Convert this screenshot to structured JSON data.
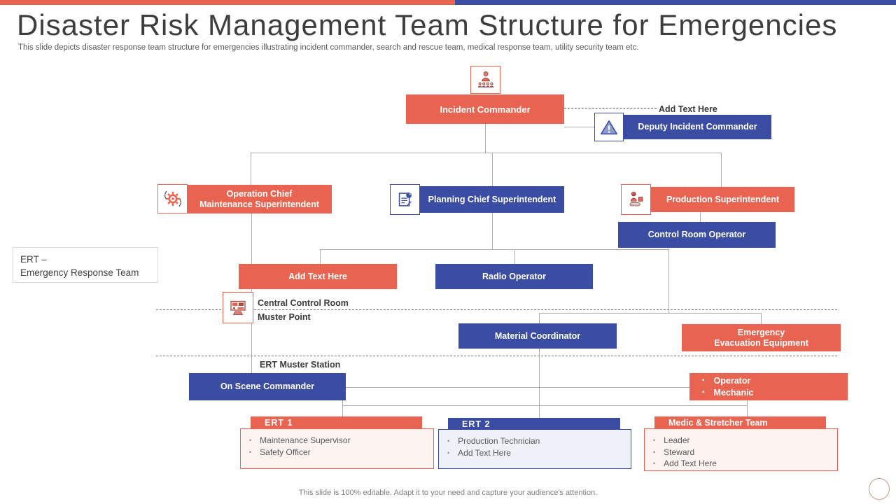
{
  "colors": {
    "coral": "#E96450",
    "blue": "#3B4CA3",
    "coral_card_bg": "#FDF4F2",
    "blue_card_bg": "#EFF1F8",
    "connector_gray": "#ADADAD",
    "title_text": "#3D3D3D",
    "body_text": "#595959"
  },
  "header": {
    "title": "Disaster Risk Management Team Structure for Emergencies",
    "subtitle": "This slide depicts disaster response team structure for emergencies illustrating incident commander, search and rescue team, medical response team, utility security team etc."
  },
  "icons": {
    "incident_commander": "people-group-icon",
    "deputy_incident_commander": "warning-triangle-icon",
    "operation_chief": "gear-icon",
    "planning_chief": "clipboard-chart-icon",
    "production_superintendent": "worker-machine-icon",
    "central_control_room": "control-room-icon"
  },
  "nodes": {
    "incident_commander": {
      "label": "Incident Commander"
    },
    "add_text_top": {
      "label": "Add Text Here"
    },
    "deputy_incident_commander": {
      "label": "Deputy Incident Commander"
    },
    "operation_chief": {
      "label": "Operation Chief\nMaintenance Superintendent"
    },
    "planning_chief": {
      "label": "Planning Chief Superintendent"
    },
    "production_superintendent": {
      "label": "Production Superintendent"
    },
    "control_room_operator": {
      "label": "Control Room Operator"
    },
    "add_text_box": {
      "label": "Add Text Here"
    },
    "radio_operator": {
      "label": "Radio Operator"
    },
    "material_coordinator": {
      "label": "Material Coordinator"
    },
    "emergency_evacuation": {
      "label": "Emergency\nEvacuation Equipment"
    },
    "on_scene_commander": {
      "label": "On Scene Commander"
    },
    "operator_mechanic": {
      "items": [
        "Operator",
        "Mechanic"
      ]
    }
  },
  "labels": {
    "ert_note": "ERT –\nEmergency Response Team",
    "central_control_room": "Central Control Room\nMuster Point",
    "ert_muster_station": "ERT Muster Station"
  },
  "cards": {
    "ert1": {
      "title": "ERT 1",
      "items": [
        "Maintenance Supervisor",
        "Safety Officer"
      ]
    },
    "ert2": {
      "title": "ERT 2",
      "items": [
        "Production Technician",
        "Add Text Here"
      ]
    },
    "medic": {
      "title": "Medic & Stretcher Team",
      "items": [
        "Leader",
        "Steward",
        "Add Text Here"
      ]
    }
  },
  "footer": {
    "text": "This slide is 100% editable. Adapt it to your need and capture your audience's attention."
  }
}
